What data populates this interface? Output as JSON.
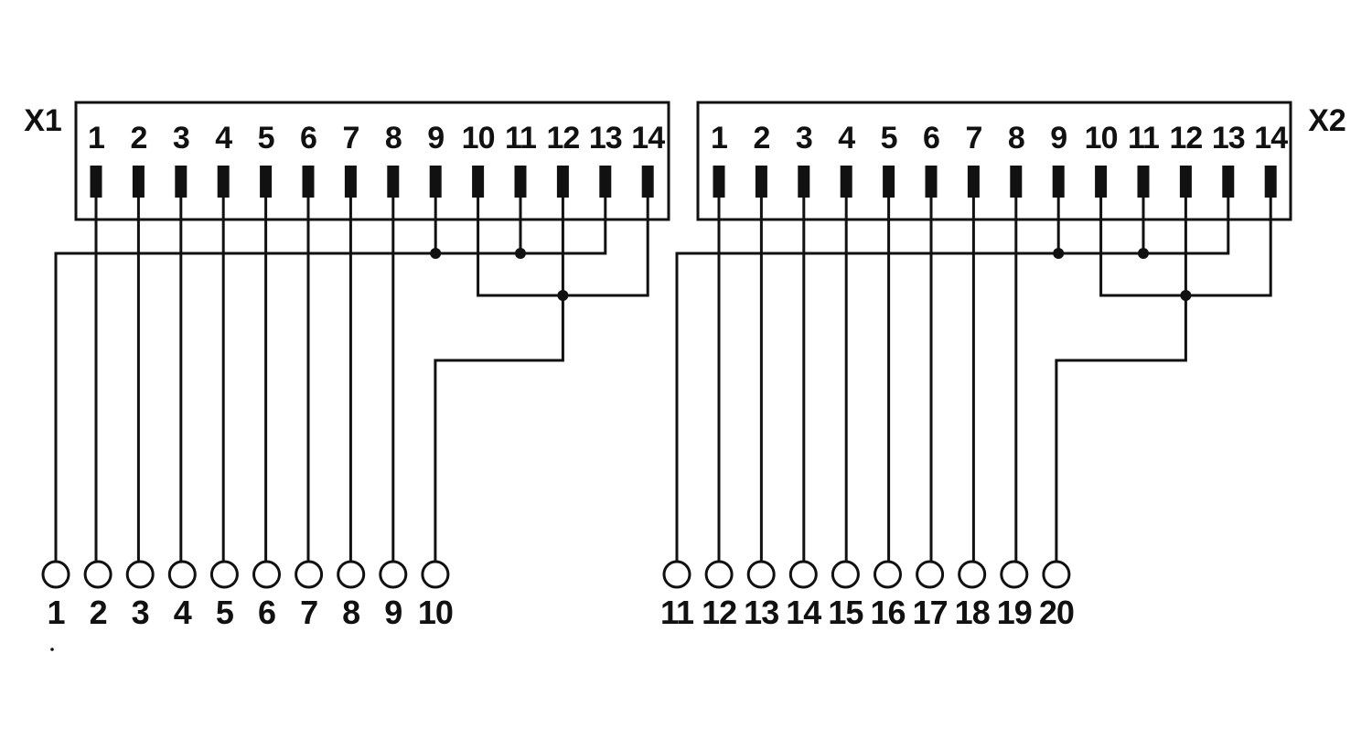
{
  "connectors": [
    {
      "label": "X1",
      "pins": [
        "1",
        "2",
        "3",
        "4",
        "5",
        "6",
        "7",
        "8",
        "9",
        "10",
        "11",
        "12",
        "13",
        "14"
      ]
    },
    {
      "label": "X2",
      "pins": [
        "1",
        "2",
        "3",
        "4",
        "5",
        "6",
        "7",
        "8",
        "9",
        "10",
        "11",
        "12",
        "13",
        "14"
      ]
    }
  ],
  "terminals": [
    [
      "1",
      "2",
      "3",
      "4",
      "5",
      "6",
      "7",
      "8",
      "9",
      "10"
    ],
    [
      "11",
      "12",
      "13",
      "14",
      "15",
      "16",
      "17",
      "18",
      "19",
      "20"
    ]
  ],
  "colors": {
    "line": "#111111",
    "background": "#ffffff"
  }
}
